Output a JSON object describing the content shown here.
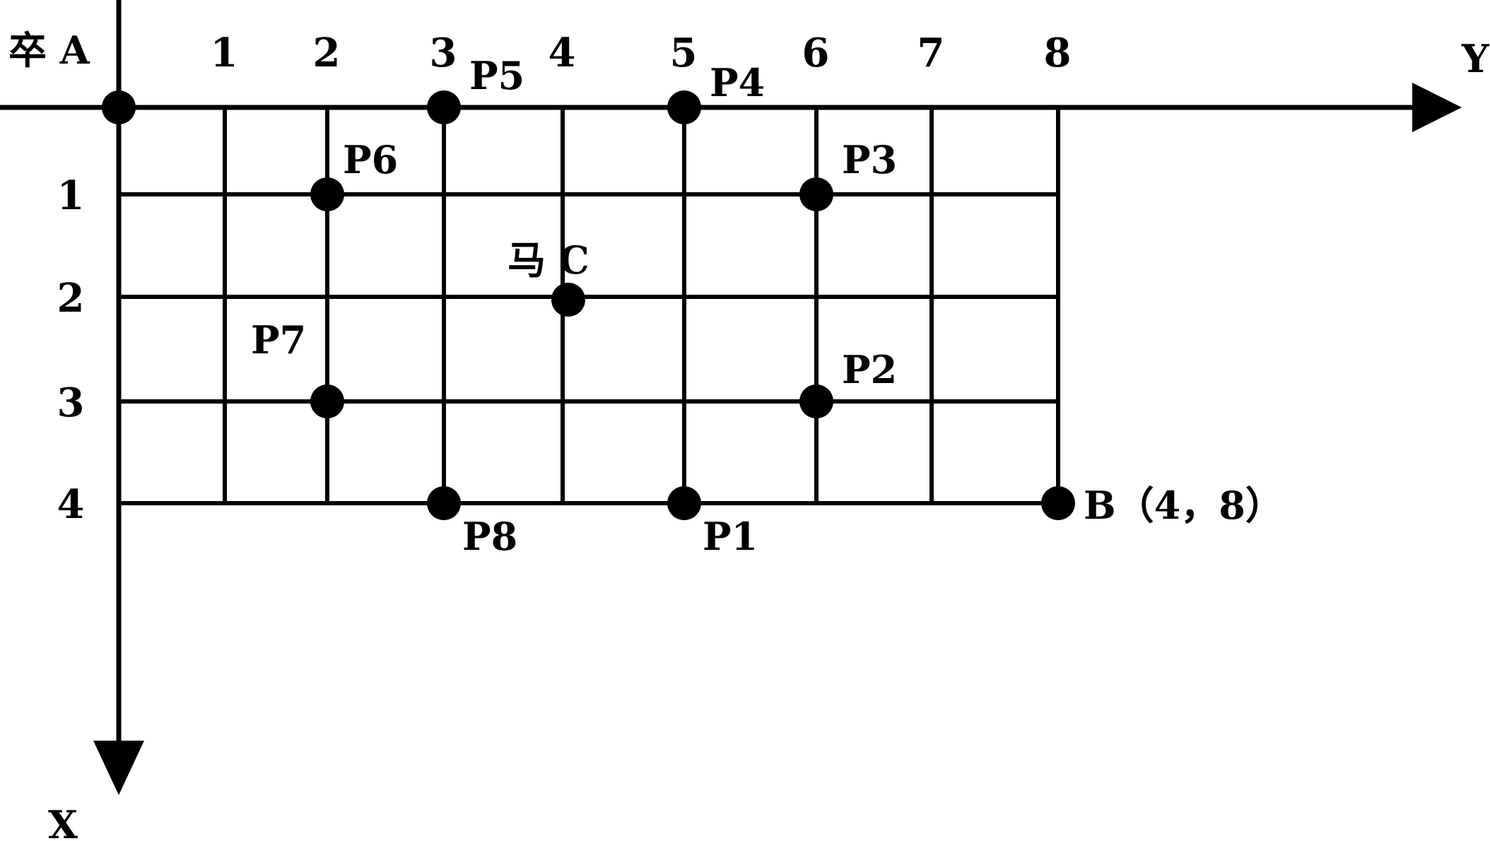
{
  "axes": {
    "x_label": "X",
    "y_label": "Y"
  },
  "column_ticks": [
    "1",
    "2",
    "3",
    "4",
    "5",
    "6",
    "7",
    "8"
  ],
  "row_ticks": [
    "1",
    "2",
    "3",
    "4"
  ],
  "points": [
    {
      "id": "A",
      "label": "卒 A",
      "row": 0,
      "col": 0
    },
    {
      "id": "B",
      "label": "B（4，8）",
      "row": 4,
      "col": 8
    },
    {
      "id": "C",
      "label": "马 C",
      "row": 2,
      "col": 4
    },
    {
      "id": "P1",
      "label": "P1",
      "row": 4,
      "col": 5
    },
    {
      "id": "P2",
      "label": "P2",
      "row": 3,
      "col": 6
    },
    {
      "id": "P3",
      "label": "P3",
      "row": 1,
      "col": 6
    },
    {
      "id": "P4",
      "label": "P4",
      "row": 0,
      "col": 5
    },
    {
      "id": "P5",
      "label": "P5",
      "row": 0,
      "col": 3
    },
    {
      "id": "P6",
      "label": "P6",
      "row": 1,
      "col": 2
    },
    {
      "id": "P7",
      "label": "P7",
      "row": 3,
      "col": 2
    },
    {
      "id": "P8",
      "label": "P8",
      "row": 4,
      "col": 3
    }
  ],
  "colors": {
    "ink": "#000000",
    "background": "#ffffff"
  }
}
